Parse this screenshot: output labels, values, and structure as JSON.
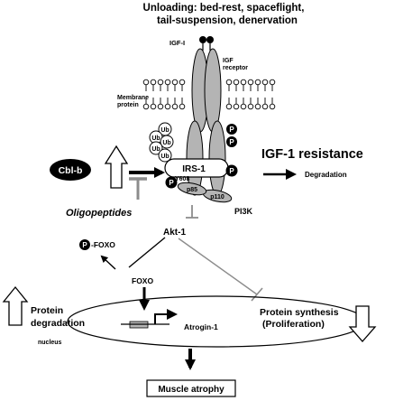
{
  "title": "Unloading: bed-rest, spaceflight, tail-suspension, denervation",
  "labels": {
    "igf1": "IGF-I",
    "igf_receptor_line1": "IGF",
    "igf_receptor_line2": "receptor",
    "membrane_line1": "Membrane",
    "membrane_line2": "protein",
    "ub": "Ub",
    "p": "P",
    "irs1": "IRS-1",
    "y608": "Y608",
    "p85": "p85",
    "p110": "p110",
    "pi3k": "PI3K",
    "cblb": "Cbl-b",
    "oligopeptides": "Oligopeptides",
    "igf_resistance": "IGF-1 resistance",
    "degradation": "Degradation",
    "akt1": "Akt-1",
    "pfoxo": "-FOXO",
    "foxo": "FOXO",
    "protein_degradation_line1": "Protein",
    "protein_degradation_line2": "degradation",
    "nucleus": "nucleus",
    "atrogin": "Atrogin-1",
    "protein_synthesis_line1": "Protein synthesis",
    "protein_synthesis_line2": "(Proliferation)",
    "muscle_atrophy": "Muscle atrophy"
  },
  "colors": {
    "receptor_fill": "#b4b4b4",
    "inhibit_gray": "#8c8c8c",
    "black": "#000000",
    "white": "#ffffff"
  }
}
